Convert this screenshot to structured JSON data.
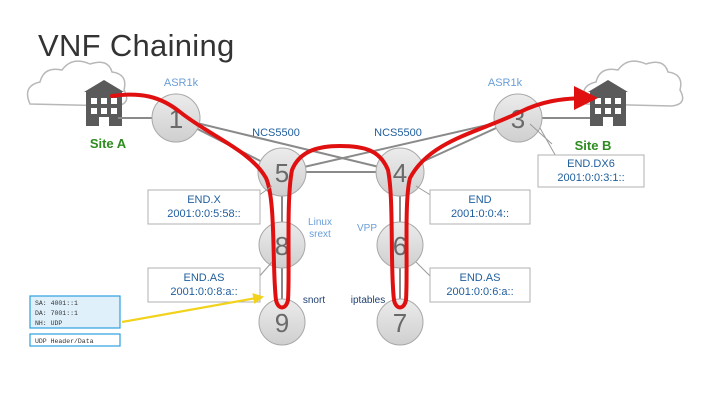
{
  "title": "VNF Chaining",
  "colors": {
    "node_fill": "#dcdcdc",
    "path_red": "#e01010",
    "link_gray": "#8a8a8a",
    "label_blue": "#1f5e9e",
    "router_label": "#6a9ed8",
    "site_green": "#2e8b20",
    "packet_box_fill": "#dff0fb",
    "packet_box_border": "#2d9fe0",
    "arrow_yellow": "#f2d21a"
  },
  "sites": {
    "a": {
      "label": "Site A"
    },
    "b": {
      "label": "Site B"
    }
  },
  "routers": {
    "left": "ASR1k",
    "right": "ASR1k"
  },
  "switches": {
    "left": "NCS5500",
    "right": "NCS5500"
  },
  "nodes": [
    {
      "id": "1",
      "label": "1"
    },
    {
      "id": "3",
      "label": "3"
    },
    {
      "id": "5",
      "label": "5"
    },
    {
      "id": "4",
      "label": "4"
    },
    {
      "id": "8",
      "label": "8"
    },
    {
      "id": "6",
      "label": "6"
    },
    {
      "id": "9",
      "label": "9"
    },
    {
      "id": "7",
      "label": "7"
    }
  ],
  "segments": {
    "end_x": {
      "line1": "END.X",
      "line2": "2001:0:0:5:58::"
    },
    "end_as_left": {
      "line1": "END.AS",
      "line2": "2001:0:0:8:a::"
    },
    "end": {
      "line1": "END",
      "line2": "2001:0:0:4::"
    },
    "end_as_right": {
      "line1": "END.AS",
      "line2": "2001:0:0:6:a::"
    },
    "end_dx6": {
      "line1": "END.DX6",
      "line2": "2001:0:0:3:1::"
    }
  },
  "vnfs": {
    "linux_line1": "Linux",
    "linux_line2": "srext",
    "vpp": "VPP",
    "snort": "snort",
    "iptables": "iptables"
  },
  "packet": {
    "line1": "SA: 4001::1",
    "line2": "DA: 7001::1",
    "line3": "NH: UDP",
    "payload": "UDP Header/Data"
  }
}
